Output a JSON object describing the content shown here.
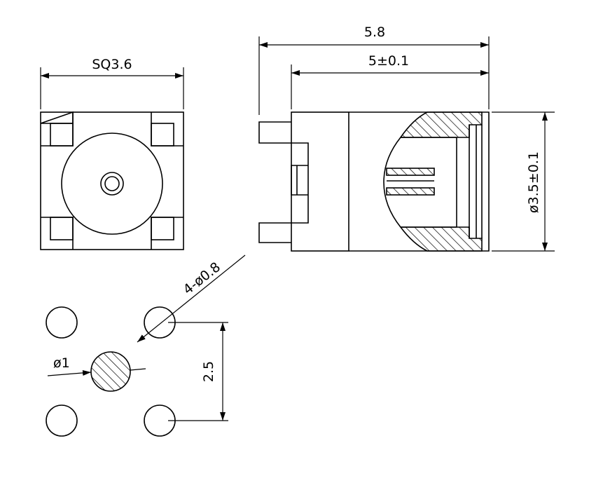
{
  "dimensions": {
    "square_size": "SQ3.6",
    "overall_length": "5.8",
    "body_length": "5±0.1",
    "body_diameter": "ø3.5±0.1",
    "hole_spec": "4-ø0.8",
    "center_hole": "ø1",
    "hole_spacing": "2.5"
  },
  "colors": {
    "line": "#000000",
    "background": "#ffffff"
  }
}
